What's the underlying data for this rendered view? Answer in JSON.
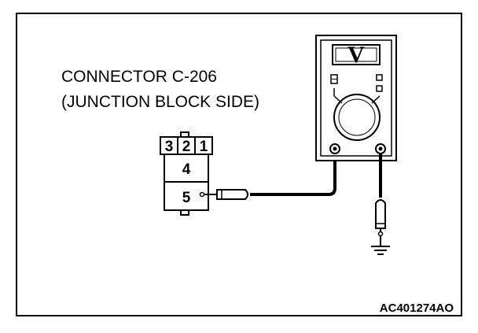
{
  "connector": {
    "title_line1": "CONNECTOR C-206",
    "title_line2": "(JUNCTION BLOCK SIDE)",
    "pins_top": [
      "3",
      "2",
      "1"
    ],
    "pin_middle": "4",
    "pin_probed": "5"
  },
  "meter": {
    "mode_symbol": "V"
  },
  "figure_code": "AC401274AO"
}
